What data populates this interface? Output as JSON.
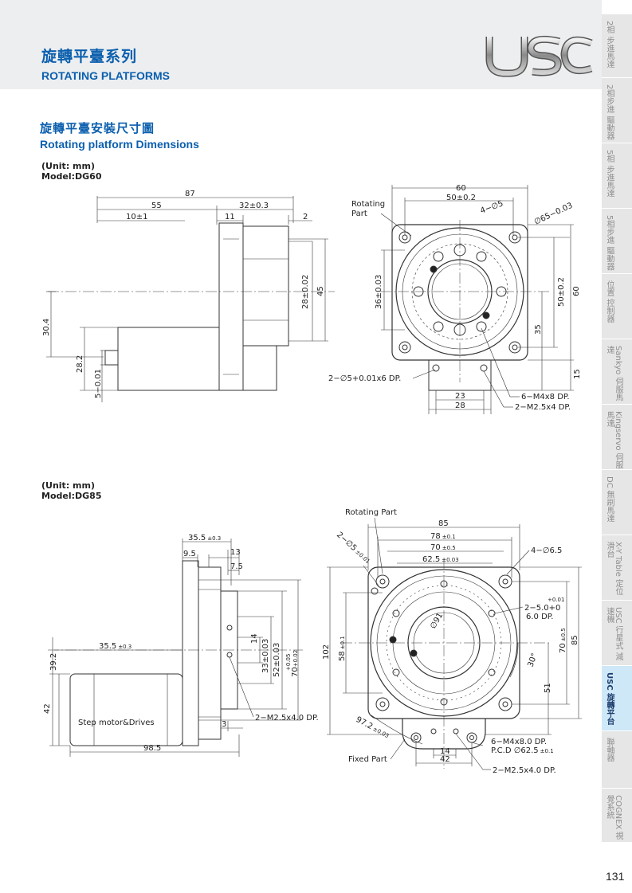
{
  "header": {
    "title_cn": "旋轉平臺系列",
    "title_en": "ROTATING PLATFORMS",
    "logo": "USC"
  },
  "section": {
    "title_cn": "旋轉平臺安裝尺寸圖",
    "title_en": "Rotating platform Dimensions"
  },
  "dg60": {
    "unit": "(Unit: mm)",
    "model": "Model:DG60",
    "side_view": {
      "d87": "87",
      "d55": "55",
      "d32": "32±0.3",
      "d10": "10±1",
      "d11": "11",
      "d2": "2",
      "d28": "28±0.02",
      "d45": "45",
      "d30_4": "30.4",
      "d28_2": "28.2",
      "d5": "5−0.01"
    },
    "front_view": {
      "rotating_part": [
        "Rotating",
        "Part"
      ],
      "d60_top": "60",
      "d50_top": "50±0.2",
      "holes4": "4−∅5",
      "circle65": "∅65−0.03",
      "d36": "36±0.03",
      "d50_right": "50±0.2",
      "d60_right": "60",
      "d35": "35",
      "d15": "15",
      "dowel": "2−∅5+0.01x6  DP.",
      "d23": "23",
      "d28_bottom": "28",
      "m4": "6−M4x8 DP.",
      "m25": "2−M2.5x4 DP."
    }
  },
  "dg85": {
    "unit": "(Unit: mm)",
    "model": "Model:DG85",
    "side_view": {
      "d35_5_top": "35.5",
      "d35_5_top_tol": "±0.3",
      "d9_5": "9.5",
      "d13": "13",
      "d7_5": "7.5",
      "d35_5_mid": "35.5",
      "d35_5_mid_tol": "±0.3",
      "d14": "14",
      "d33": "33±0.03",
      "d52": "52±0.03",
      "d70_a": "70",
      "d70_tol_plus": "+0.05",
      "d70_tol_minus": "+0.02",
      "d39_2": "39.2",
      "d42": "42",
      "d3": "3",
      "d98_5": "98.5",
      "motor_label": "Step motor&Drives",
      "m25": "2−M2.5x4.0 DP."
    },
    "front_view": {
      "rotating_part": "Rotating Part",
      "d85_top": "85",
      "d78": "78",
      "d78_tol": "±0.1",
      "d70": "70",
      "d70_tol": "±0.5",
      "d62_5": "62.5",
      "d62_5_tol": "±0.03",
      "holes2": "2−∅5",
      "holes2_tol": "±0.01",
      "holes4": "4−∅6.5",
      "d50_tol": "+0.01",
      "d50_line1": "2−5.0+0",
      "d50_line2": "6.0  DP.",
      "d102": "102",
      "d58": "58",
      "d58_tol": "±0.1",
      "d91": "∅91",
      "d30deg": "30°",
      "d70_right": "70",
      "d70_right_tol": "±0.5",
      "d85_right": "85",
      "d51": "51",
      "d97_2": "97.2",
      "d97_2_tol": "±0.03",
      "m4": "6−M4x8.0 DP.",
      "pcd": "P.C.D ∅62.5",
      "pcd_tol": "±0.1",
      "d14": "14",
      "d42": "42",
      "fixed_part": "Fixed Part",
      "m25": "2−M2.5x4.0 DP."
    }
  },
  "sidebar": {
    "tabs": [
      {
        "label": "2相\n步進馬達"
      },
      {
        "label": "2相步進\n驅動器"
      },
      {
        "label": "5相\n步進馬達"
      },
      {
        "label": "5相步進\n驅動器"
      },
      {
        "label": "位置\n控制器"
      },
      {
        "label": "Sankyo\n伺服馬達"
      },
      {
        "label": "Kingservo\n伺服馬達"
      },
      {
        "label": "DC\n無刷馬達"
      },
      {
        "label": "X-Y Table\n定位滑台"
      },
      {
        "label": "USC 行星式\n減速機"
      },
      {
        "label": "USC\n旋轉平台"
      },
      {
        "label": "聯軸器"
      },
      {
        "label": "COGNEX\n視覺系統"
      }
    ],
    "active_index": 10
  },
  "page_number": "131",
  "colors": {
    "accent": "#0b5fae",
    "sidebar_active": "#cfe8f8",
    "sidebar_bg": "#e6e6e6"
  }
}
